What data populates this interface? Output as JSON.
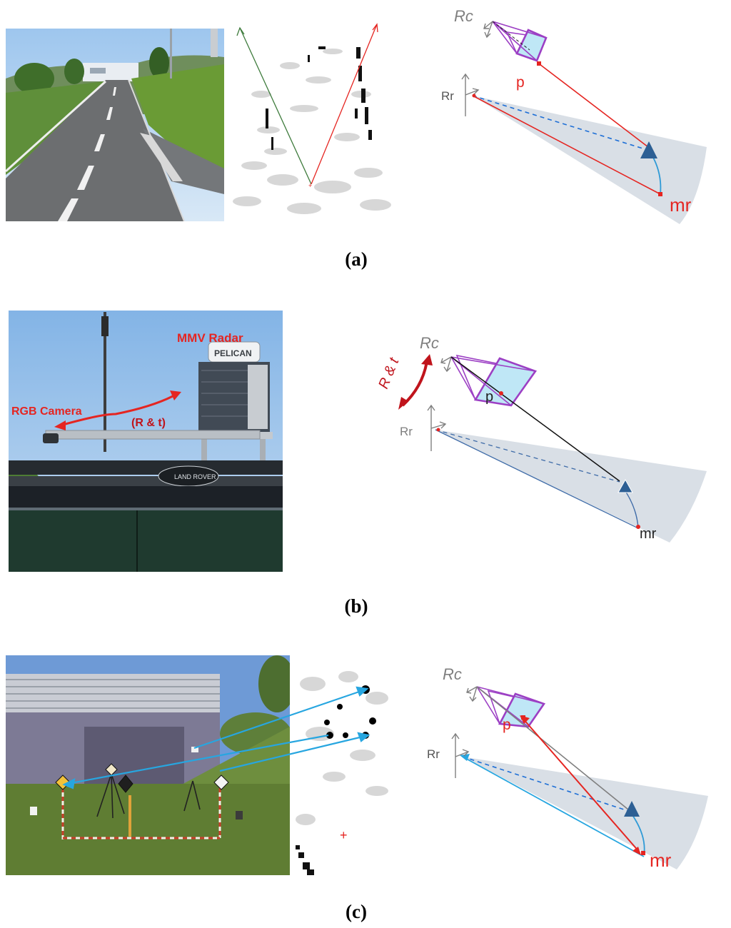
{
  "figure": {
    "captions": {
      "a": "(a)",
      "b": "(b)",
      "c": "(c)"
    }
  },
  "labels": {
    "camera_frame": "Rc",
    "radar_frame": "Rr",
    "pixel_point": "p",
    "radar_measure": "mr",
    "mmv_radar": "MMV Radar",
    "rgb_camera": "RGB Camera",
    "r_and_t": "(R & t)",
    "r_and_t_rot": "R & t",
    "pelican": "PELICAN",
    "land_rover": "LAND ROVER"
  },
  "colors": {
    "red": "#e52521",
    "dark_red": "#c0141c",
    "purple": "#9c3fc4",
    "frustum_face": "#bfe7f6",
    "fov_fill": "#d9dfe6",
    "fov_dash": "#1e6fd6",
    "target": "#2d5f94",
    "blue_ray": "#27a6e0",
    "grey": "#7f7f7f",
    "green": "#3e7b3c"
  }
}
